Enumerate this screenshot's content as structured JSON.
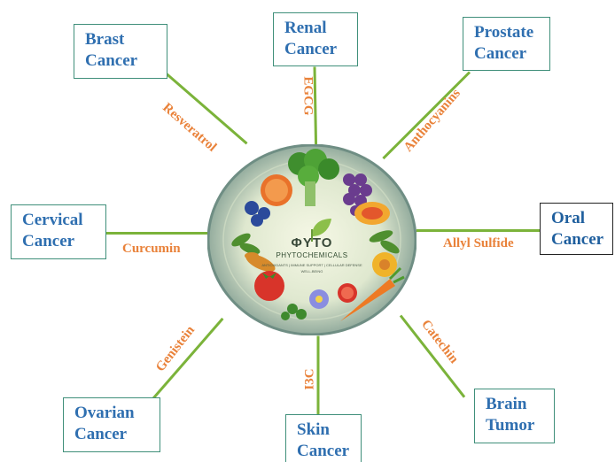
{
  "hub": {
    "logo_text": "ΦYTO",
    "title": "PHYTOCHEMICALS",
    "subtitle": "ANTIOXIDANTS | IMMUNE SUPPORT | CELLULAR DEFENSE",
    "subtitle2": "WELL-BEING"
  },
  "targets": [
    {
      "line1": "Brast",
      "line2": "Cancer",
      "compound": "Resveratrol"
    },
    {
      "line1": "Renal",
      "line2": "Cancer",
      "compound": "EGCG"
    },
    {
      "line1": "Prostate",
      "line2": "Cancer",
      "compound": "Anthocyanins"
    },
    {
      "line1": "Cervical",
      "line2": "Cancer",
      "compound": "Curcumin"
    },
    {
      "line1": "Oral",
      "line2": "Cancer",
      "compound": "Allyl Sulfide"
    },
    {
      "line1": "Ovarian",
      "line2": "Cancer",
      "compound": "Genistein"
    },
    {
      "line1": "Skin",
      "line2": "Cancer",
      "compound": "I3C"
    },
    {
      "line1": "Brain",
      "line2": "Tumor",
      "compound": "Catechin"
    }
  ],
  "colors": {
    "box_border": "#3f8f7a",
    "box_text": "#2f6fb0",
    "compound_text": "#e9823a",
    "connector": "#7bb33a",
    "hub_outer": "#6f8e84",
    "hub_inner": "#eef3df"
  }
}
